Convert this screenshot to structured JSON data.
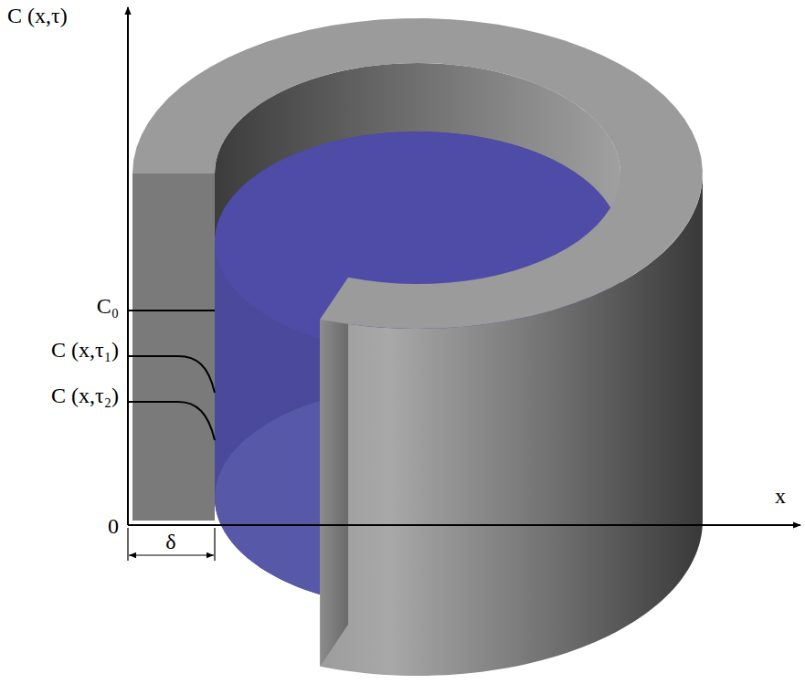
{
  "diagram": {
    "labels": [
      "C (x,τ)",
      "C₀",
      "C (x,τ₁)",
      "C (x,τ₂)",
      "0",
      "x",
      "δ"
    ]
  }
}
